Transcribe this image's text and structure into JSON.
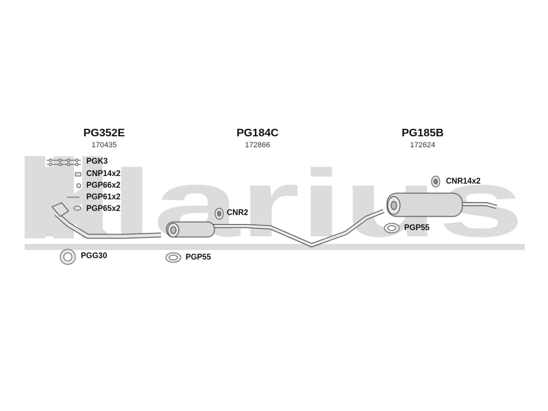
{
  "watermark": {
    "text": "klarius",
    "color": "#dcdcdc"
  },
  "parts": [
    {
      "code": "PG352E",
      "ref": "170435"
    },
    {
      "code": "PG184C",
      "ref": "172866"
    },
    {
      "code": "PG185B",
      "ref": "172624"
    }
  ],
  "fittings": {
    "pgk3": "PGK3",
    "cnp14x2": "CNP14x2",
    "pgp66x2": "PGP66x2",
    "pgp61x2": "PGP61x2",
    "pgp65x2": "PGP65x2",
    "pgg30": "PGG30",
    "cnr2": "CNR2",
    "pgp55_mid": "PGP55",
    "cnr14x2": "CNR14x2",
    "pgp55_rear": "PGP55"
  },
  "colors": {
    "line": "#555555",
    "fill": "#d9d9d9",
    "text": "#111111"
  }
}
